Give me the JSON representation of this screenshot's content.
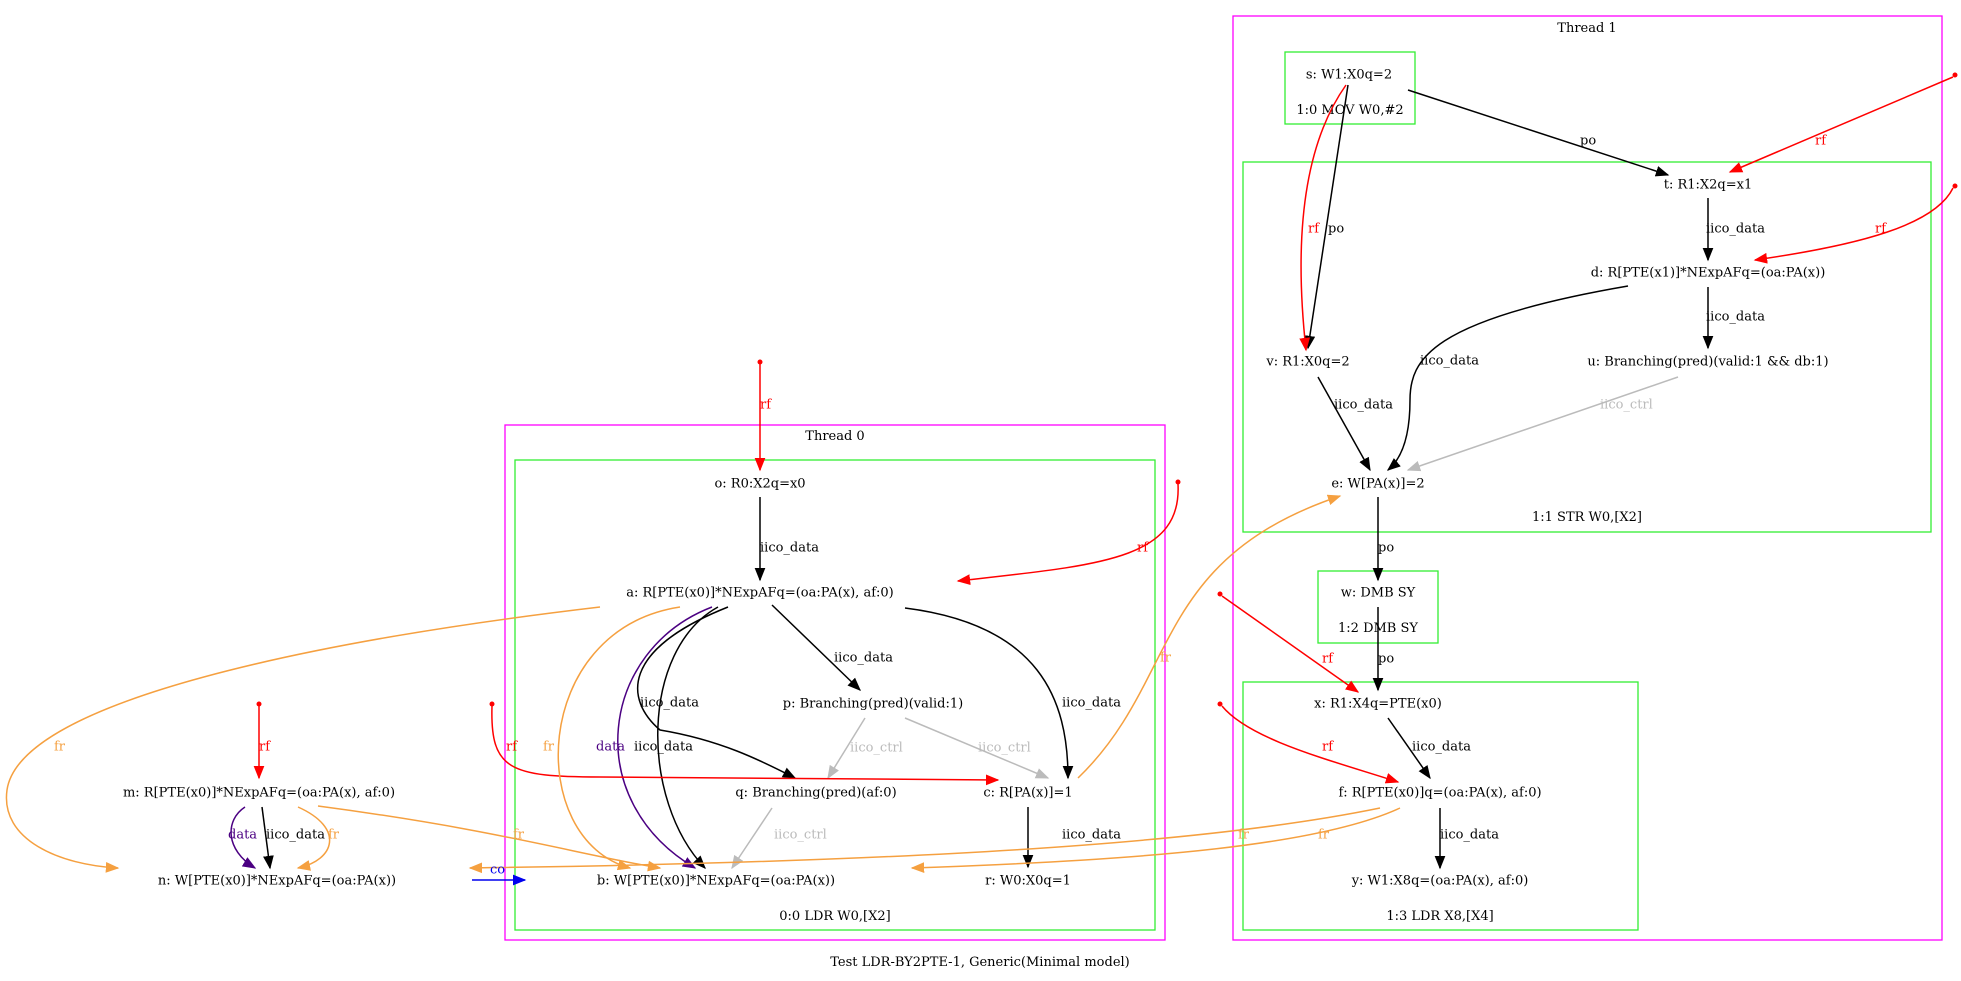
{
  "caption": "Test LDR-BY2PTE-1, Generic(Minimal model)",
  "colors": {
    "thread_cluster": "#ff00ff",
    "instr_cluster": "#33ee33",
    "iico_data": "#000000",
    "po": "#000000",
    "iico_ctrl": "#bbbbbb",
    "rf": "#ff0000",
    "fr": "#f5a040",
    "data": "#4b0082",
    "co": "#0000ee"
  },
  "clusters": {
    "thread0": "Thread 0",
    "thread1": "Thread 1",
    "t0_ldr": "0:0 LDR W0,[X2]",
    "t1_mov": "1:0 MOV W0,#2",
    "t1_str": "1:1 STR W0,[X2]",
    "t1_dmb": "1:2 DMB SY",
    "t1_ldr": "1:3 LDR X8,[X4]"
  },
  "nodes": {
    "o": "o: R0:X2q=x0",
    "a": "a: R[PTE(x0)]*NExpAFq=(oa:PA(x), af:0)",
    "p": "p: Branching(pred)(valid:1)",
    "q": "q: Branching(pred)(af:0)",
    "c": "c: R[PA(x)]=1",
    "b": "b: W[PTE(x0)]*NExpAFq=(oa:PA(x))",
    "r": "r: W0:X0q=1",
    "m": "m: R[PTE(x0)]*NExpAFq=(oa:PA(x), af:0)",
    "n": "n: W[PTE(x0)]*NExpAFq=(oa:PA(x))",
    "s": "s: W1:X0q=2",
    "t": "t: R1:X2q=x1",
    "d": "d: R[PTE(x1)]*NExpAFq=(oa:PA(x))",
    "v": "v: R1:X0q=2",
    "u": "u: Branching(pred)(valid:1 && db:1)",
    "e": "e: W[PA(x)]=2",
    "w": "w: DMB SY",
    "x": "x: R1:X4q=PTE(x0)",
    "f": "f: R[PTE(x0)]q=(oa:PA(x), af:0)",
    "y": "y: W1:X8q=(oa:PA(x), af:0)"
  },
  "edge_labels": {
    "iico_data": "iico_data",
    "iico_ctrl": "iico_ctrl",
    "po": "po",
    "rf": "rf",
    "fr": "fr",
    "data": "data",
    "co": "co"
  }
}
